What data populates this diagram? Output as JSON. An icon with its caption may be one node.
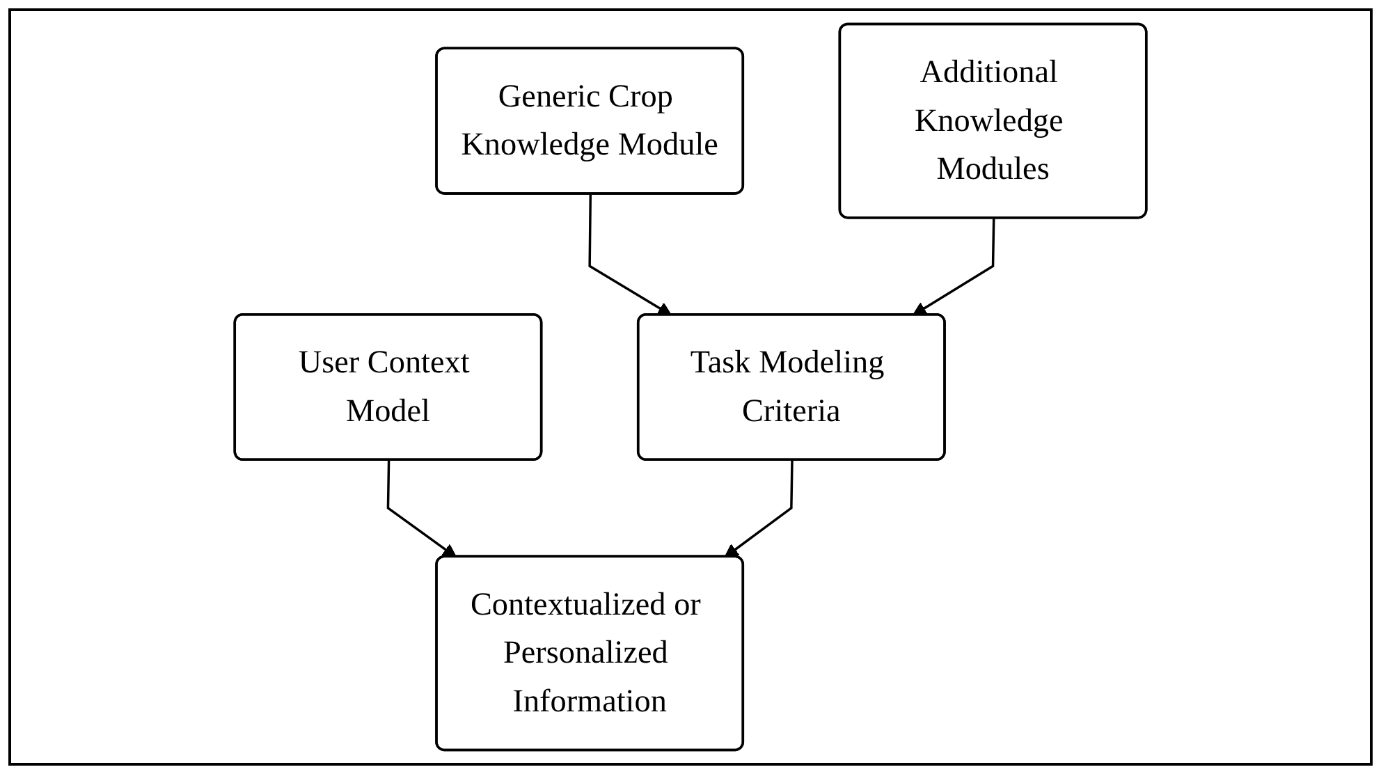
{
  "diagram": {
    "nodes": [
      {
        "text": [
          "Generic Crop Knowledge Module"
        ]
      },
      {
        "text": [
          "Additional Knowledge Modules"
        ]
      },
      {
        "text": [
          "User Context Model"
        ]
      },
      {
        "text": [
          "Task Modeling Criteria"
        ]
      },
      {
        "text": [
          "Contextualized or Personalized Information"
        ]
      }
    ],
    "edges": [
      {
        "from": 0,
        "to": 3,
        "arrow": "to"
      },
      {
        "from": 1,
        "to": 3,
        "arrow": "to"
      },
      {
        "from": 2,
        "to": 4,
        "arrow": "to"
      },
      {
        "from": 3,
        "to": 4,
        "arrow": "to"
      }
    ]
  }
}
